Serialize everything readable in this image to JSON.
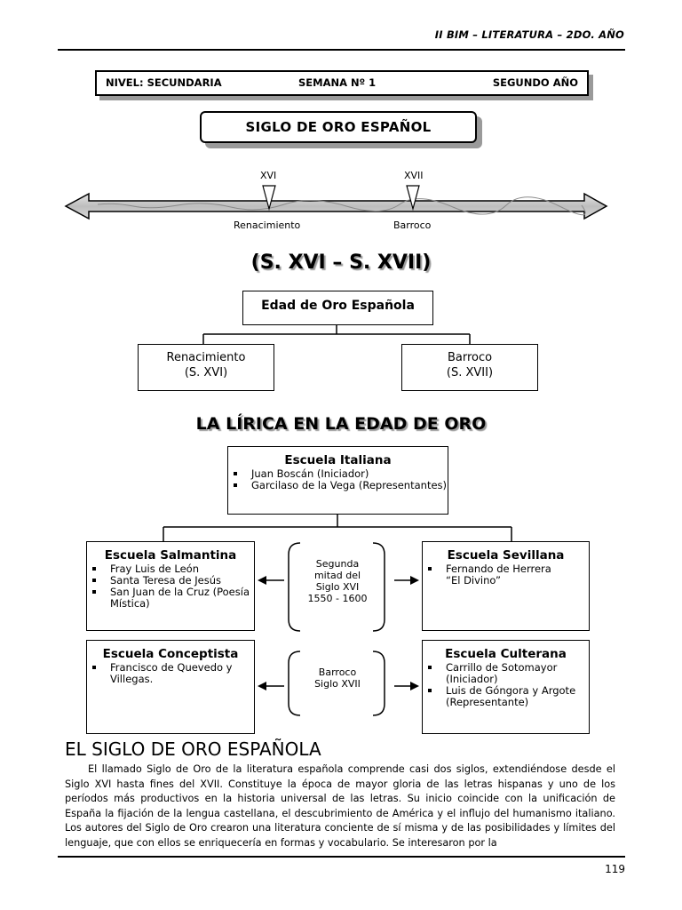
{
  "header": {
    "running_title": "II BIM – LITERATURA – 2DO. AÑO"
  },
  "info_bar": {
    "nivel": "NIVEL: SECUNDARIA",
    "semana": "SEMANA Nº 1",
    "grado": "SEGUNDO AÑO"
  },
  "title": "SIGLO DE ORO ESPAÑOL",
  "timeline": {
    "markers": [
      {
        "century": "XVI",
        "label": "Renacimiento"
      },
      {
        "century": "XVII",
        "label": "Barroco"
      }
    ]
  },
  "period_heading": "(S. XVI – S. XVII)",
  "tree": {
    "root": "Edad de Oro Española",
    "left": {
      "line1": "Renacimiento",
      "line2": "(S. XVI)"
    },
    "right": {
      "line1": "Barroco",
      "line2": "(S. XVII)"
    }
  },
  "lirica_heading": "LA LÍRICA EN LA EDAD DE ORO",
  "escuelas": {
    "italiana": {
      "title": "Escuela Italiana",
      "items": [
        "Juan Boscán (Iniciador)",
        "Garcilaso de la Vega (Representantes)"
      ]
    },
    "salmantina": {
      "title": "Escuela Salmantina",
      "items": [
        "Fray Luis de León",
        "Santa Teresa de Jesús",
        "San Juan de la Cruz (Poesía Mística)"
      ]
    },
    "sevillana": {
      "title": "Escuela Sevillana",
      "items": [
        "Fernando de Herrera “El Divino”"
      ]
    },
    "conceptista": {
      "title": "Escuela Conceptista",
      "items": [
        "Francisco de Quevedo y Villegas."
      ]
    },
    "culterana": {
      "title": "Escuela Culterana",
      "items": [
        "Carrillo de Sotomayor (Iniciador)",
        "Luis de Góngora y Argote (Representante)"
      ]
    },
    "center1": {
      "line1": "Segunda",
      "line2": "mitad del",
      "line3": "Siglo XVI",
      "line4": "1550 - 1600"
    },
    "center2": {
      "line1": "Barroco",
      "line2": "Siglo XVII"
    }
  },
  "section_heading": "EL SIGLO DE ORO ESPAÑOLA",
  "paragraph": "El llamado Siglo de Oro de la literatura española comprende casi dos siglos, extendiéndose desde el Siglo XVI hasta fines del XVII. Constituye la época de mayor gloria de las letras hispanas y uno de los períodos más productivos en la historia universal de las letras. Su inicio coincide con la unificación de España la fijación de la lengua castellana, el descubrimiento de América y el influjo del humanismo italiano. Los autores del Siglo de Oro crearon una literatura conciente de sí misma y de las posibilidades y límites del lenguaje, que con ellos se enriquecería en formas y vocabulario. Se interesaron por la",
  "page_number": "119"
}
